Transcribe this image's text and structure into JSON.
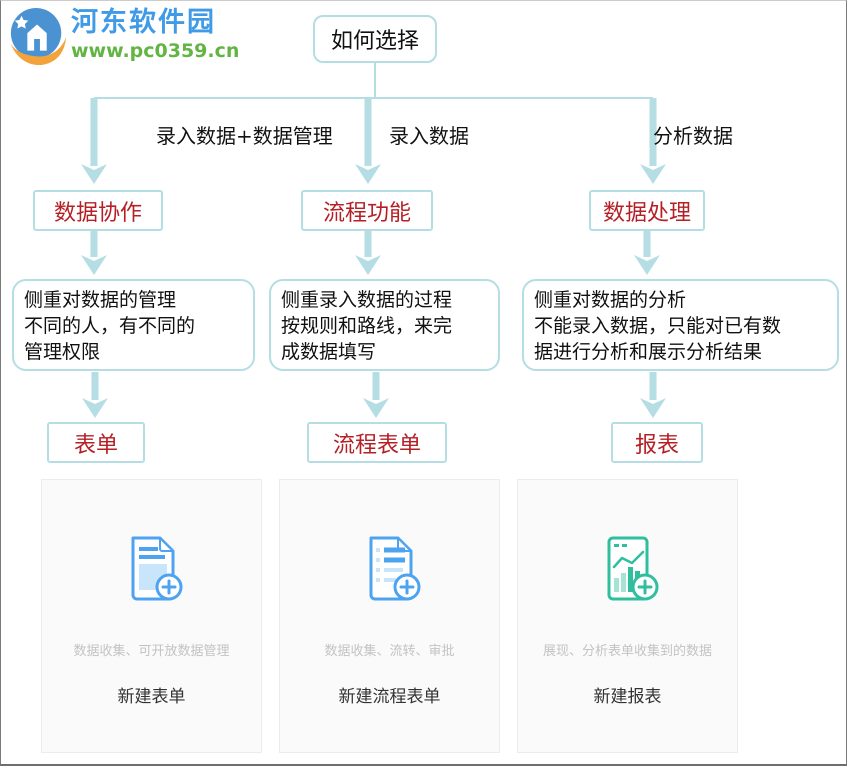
{
  "site": {
    "name": "河东软件园",
    "url": "www.pc0359.cn",
    "logo_icon": "globe-house-logo-icon"
  },
  "root": {
    "label": "如何选择"
  },
  "branches": [
    {
      "condition": "录入数据+数据管理",
      "category": "数据协作",
      "description": "侧重对数据的管理\n不同的人，有不同的\n管理权限",
      "result": "表单"
    },
    {
      "condition": "录入数据",
      "category": "流程功能",
      "description": "侧重录入数据的过程\n按规则和路线，来完\n成数据填写",
      "result": "流程表单"
    },
    {
      "condition": "分析数据",
      "category": "数据处理",
      "description": "侧重对数据的分析\n不能录入数据，只能对已有数\n据进行分析和展示分析结果",
      "result": "报表"
    }
  ],
  "cards": [
    {
      "caption": "数据收集、可开放数据管理",
      "title": "新建表单",
      "icon": "form-plus-icon"
    },
    {
      "caption": "数据收集、流转、审批",
      "title": "新建流程表单",
      "icon": "process-form-plus-icon"
    },
    {
      "caption": "展现、分析表单收集到的数据",
      "title": "新建报表",
      "icon": "report-chart-plus-icon"
    }
  ],
  "theme": {
    "line_color": "#b5dde4",
    "red_text": "#b42025",
    "logo_blue": "#3f9ae8",
    "logo_green": "#62b544",
    "card_blue": "#4da3f0",
    "card_blue_light": "#c9e5fb",
    "card_green": "#2fbf9f",
    "card_green_light": "#a5e3d3",
    "caption_gray": "#c3c3c3",
    "title_dark": "#333333",
    "card_bg": "#fafafa",
    "card_border": "#ececec"
  }
}
